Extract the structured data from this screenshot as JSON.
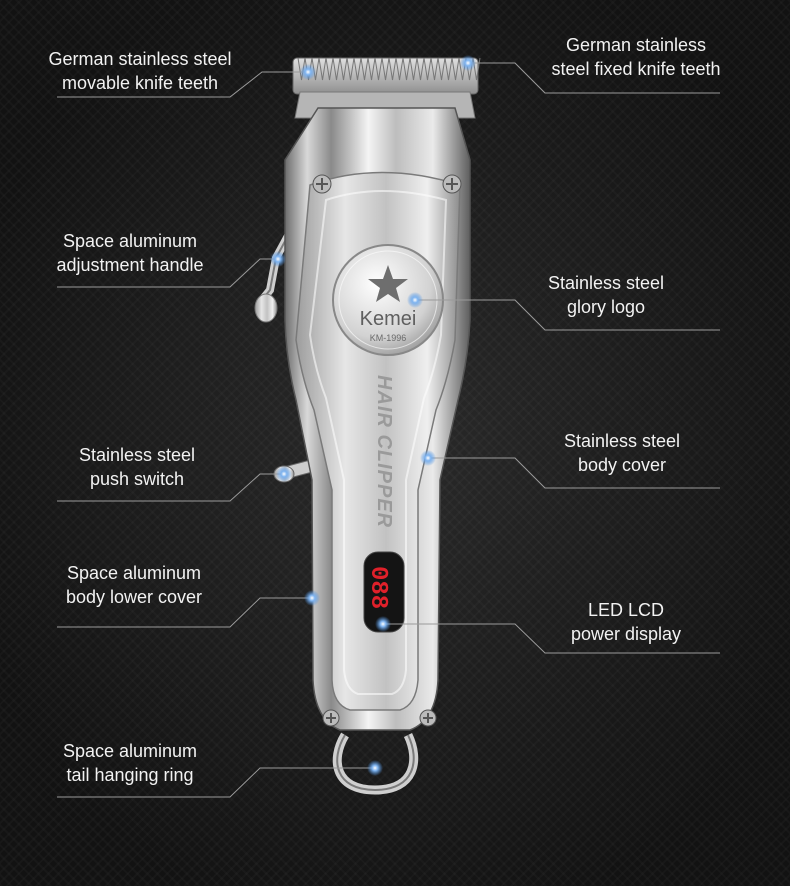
{
  "callouts": {
    "movable_teeth": {
      "line1": "German stainless steel",
      "line2": "movable knife teeth"
    },
    "fixed_teeth": {
      "line1": "German stainless",
      "line2": "steel fixed knife teeth"
    },
    "handle": {
      "line1": "Space aluminum",
      "line2": "adjustment handle"
    },
    "logo": {
      "line1": "Stainless steel",
      "line2": "glory logo"
    },
    "push_switch": {
      "line1": "Stainless steel",
      "line2": "push switch"
    },
    "body_cover": {
      "line1": "Stainless steel",
      "line2": "body cover"
    },
    "lower_cover": {
      "line1": "Space aluminum",
      "line2": "body lower cover"
    },
    "led_display": {
      "line1": "LED LCD",
      "line2": "power display"
    },
    "hanging_ring": {
      "line1": "Space aluminum",
      "line2": "tail hanging ring"
    }
  },
  "product": {
    "brand": "Kemei",
    "model": "KM-1996",
    "side_text": "HAIR CLIPPER",
    "display_value": "088"
  },
  "colors": {
    "background": "#161616",
    "line": "#9a9a9a",
    "dot": "#4a8fe0",
    "led": "#e0202a"
  }
}
